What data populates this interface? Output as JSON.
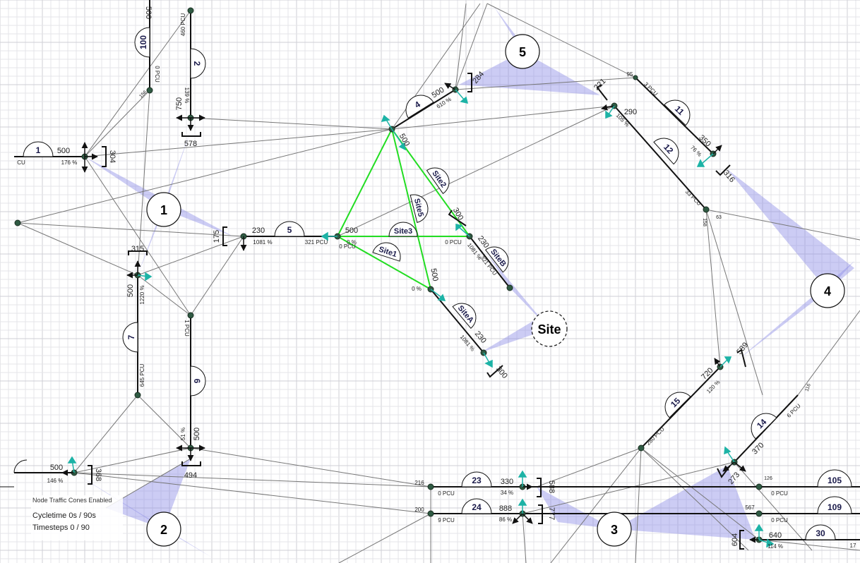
{
  "overlay": {
    "title": "Node Traffic Cones Enabled",
    "cycletime": "Cycletime 0s / 90s",
    "timesteps": "Timesteps 0 / 90"
  },
  "zones": [
    {
      "label": "1"
    },
    {
      "label": "2"
    },
    {
      "label": "3"
    },
    {
      "label": "4"
    },
    {
      "label": "5"
    },
    {
      "label": "Site"
    }
  ],
  "links": [
    {
      "label": "1"
    },
    {
      "label": "2"
    },
    {
      "label": "4"
    },
    {
      "label": "5"
    },
    {
      "label": "6"
    },
    {
      "label": "7"
    },
    {
      "label": "11"
    },
    {
      "label": "12"
    },
    {
      "label": "14"
    },
    {
      "label": "15"
    },
    {
      "label": "23"
    },
    {
      "label": "24"
    },
    {
      "label": "30"
    },
    {
      "label": "100"
    },
    {
      "label": "105"
    },
    {
      "label": "109"
    },
    {
      "label": "Site1"
    },
    {
      "label": "Site2"
    },
    {
      "label": "Site3"
    },
    {
      "label": "Site5"
    },
    {
      "label": "SiteA"
    },
    {
      "label": "SiteB"
    }
  ],
  "values": [
    {
      "text": "500"
    },
    {
      "text": "176 %"
    },
    {
      "text": "304"
    },
    {
      "text": "CU"
    },
    {
      "text": "500"
    },
    {
      "text": "750"
    },
    {
      "text": "578"
    },
    {
      "text": "139 %"
    },
    {
      "text": "460 PCU"
    },
    {
      "text": "0 PCU"
    },
    {
      "text": "315"
    },
    {
      "text": "500"
    },
    {
      "text": "1220 %"
    },
    {
      "text": "645 PCU"
    },
    {
      "text": "230"
    },
    {
      "text": "1081 %"
    },
    {
      "text": "321 PCU"
    },
    {
      "text": "175"
    },
    {
      "text": "1 PCU"
    },
    {
      "text": "500"
    },
    {
      "text": "51 %"
    },
    {
      "text": "494"
    },
    {
      "text": "368"
    },
    {
      "text": "500"
    },
    {
      "text": "146 %"
    },
    {
      "text": "500"
    },
    {
      "text": "610 %"
    },
    {
      "text": "284"
    },
    {
      "text": "221"
    },
    {
      "text": "290"
    },
    {
      "text": "105 %"
    },
    {
      "text": "3 PCU"
    },
    {
      "text": "95"
    },
    {
      "text": "350"
    },
    {
      "text": "76 %"
    },
    {
      "text": "316"
    },
    {
      "text": "33 PCU"
    },
    {
      "text": "500"
    },
    {
      "text": "0 PCU"
    },
    {
      "text": "0 %"
    },
    {
      "text": "500"
    },
    {
      "text": "500"
    },
    {
      "text": "0 %"
    },
    {
      "text": "0 PCU"
    },
    {
      "text": "300"
    },
    {
      "text": "230"
    },
    {
      "text": "1081 %"
    },
    {
      "text": "321 PCU"
    },
    {
      "text": "230"
    },
    {
      "text": "1081 %"
    },
    {
      "text": "300"
    },
    {
      "text": "720"
    },
    {
      "text": "120 %"
    },
    {
      "text": "589"
    },
    {
      "text": "280 PCU"
    },
    {
      "text": "370"
    },
    {
      "text": "6 PCU"
    },
    {
      "text": "273"
    },
    {
      "text": "330"
    },
    {
      "text": "34 %"
    },
    {
      "text": "588"
    },
    {
      "text": "888"
    },
    {
      "text": "86 %"
    },
    {
      "text": "777"
    },
    {
      "text": "0 PCU"
    },
    {
      "text": "9 PCU"
    },
    {
      "text": "0 PCU"
    },
    {
      "text": "0 PCU"
    },
    {
      "text": "640"
    },
    {
      "text": "114 %"
    },
    {
      "text": "604"
    },
    {
      "text": "567"
    },
    {
      "text": "200"
    },
    {
      "text": "216"
    },
    {
      "text": "156"
    },
    {
      "text": "63"
    },
    {
      "text": "158"
    },
    {
      "text": "116"
    },
    {
      "text": "126"
    },
    {
      "text": "17"
    }
  ]
}
